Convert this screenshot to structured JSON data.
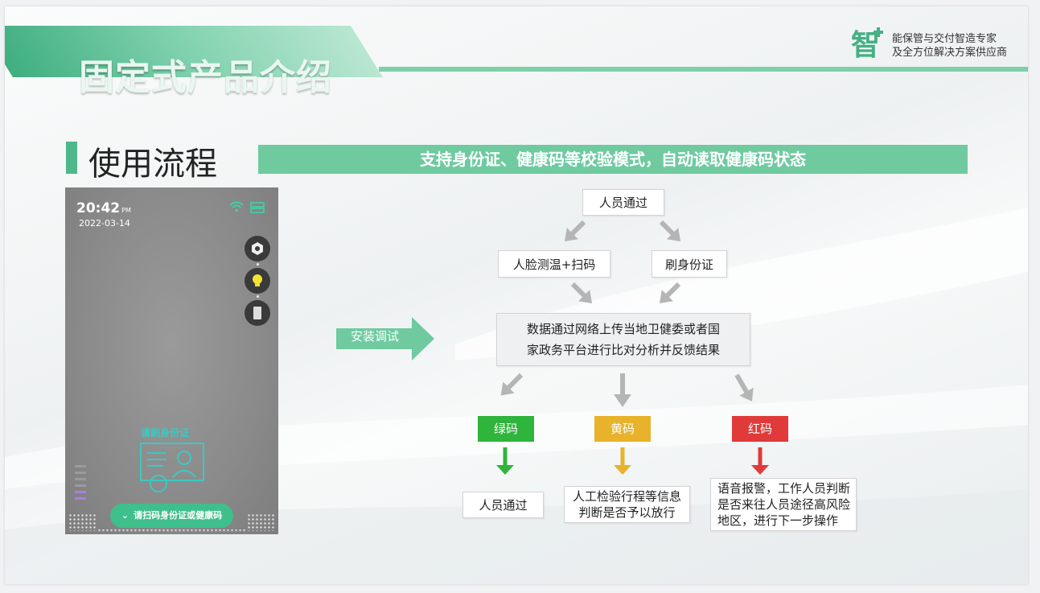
{
  "header": {
    "title": "固定式产品介绍",
    "logo_glyph": "智",
    "tagline_line1": "能保管与交付智造专家",
    "tagline_line2": "及全方位解决方案供应商"
  },
  "section": {
    "title": "使用流程",
    "banner": "支持身份证、健康码等校验模式，自动读取健康码状态"
  },
  "phone": {
    "time": "20:42",
    "ampm": "PM",
    "date": "2022-03-14",
    "hint": "请刷身份证",
    "scan_button": "请扫码身份证或健康码",
    "icons": [
      "wifi-icon",
      "network-icon",
      "settings-icon",
      "light-icon",
      "card-icon"
    ]
  },
  "flow": {
    "install": "安装调试",
    "start": "人员通过",
    "branch_left": "人脸测温+扫码",
    "branch_right": "刷身份证",
    "center_line1": "数据通过网络上传当地卫健委或者国",
    "center_line2": "家政务平台进行比对分析并反馈结果",
    "codes": [
      {
        "label": "绿码",
        "color": "#2fb43c",
        "result": [
          "人员通过"
        ]
      },
      {
        "label": "黄码",
        "color": "#e8b22a",
        "result": [
          "人工检验行程等信息",
          "判断是否予以放行"
        ]
      },
      {
        "label": "红码",
        "color": "#e03a3a",
        "result": [
          "语音报警，工作人员判断",
          "是否来往人员途径高风险",
          "地区，进行下一步操作"
        ]
      }
    ]
  },
  "colors": {
    "brand_green": "#4fb88a",
    "banner_green": "#6fcaa0",
    "arrow_gray": "#b5b5b5"
  }
}
